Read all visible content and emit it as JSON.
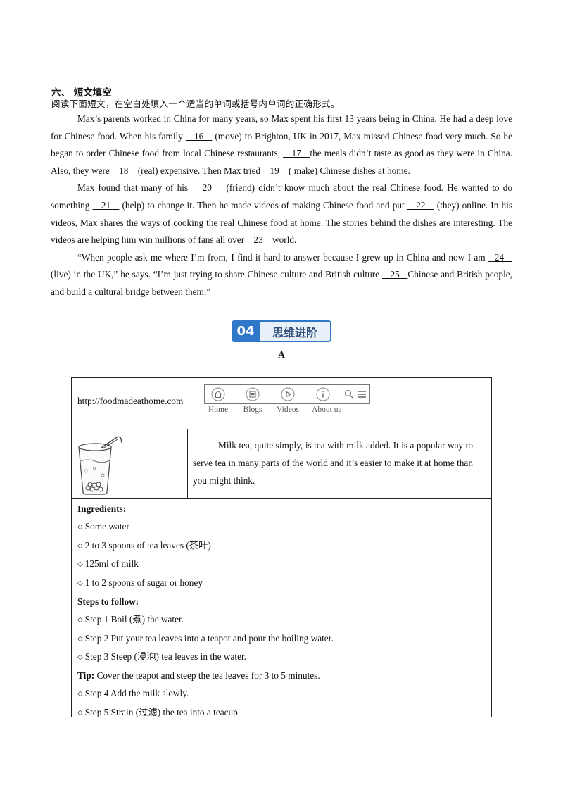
{
  "section": {
    "title": "六、  短文填空",
    "instruction": "阅读下面短文，在空白处填入一个适当的单词或括号内单词的正确形式。"
  },
  "passage": {
    "p1": [
      {
        "t": "Max’s parents worked in China for many years, so Max spent his first 13 years being in China. He had a deep love for Chinese food. When his family "
      },
      {
        "b": "___16___"
      },
      {
        "t": " (move) to Brighton, UK in 2017, Max missed Chinese food very much. So he began to order Chinese food from local Chinese restaurants, "
      },
      {
        "b": "___17___"
      },
      {
        "t": "the meals didn’t taste as good as they were in China. Also, they were "
      },
      {
        "b": "___18___"
      },
      {
        "t": " (real) expensive. Then Max tried "
      },
      {
        "b": "___19___"
      },
      {
        "t": " ( make) Chinese dishes at home."
      }
    ],
    "p2": [
      {
        "t": "Max found that many of his "
      },
      {
        "b": "___20___"
      },
      {
        "t": " (friend) didn’t know much about the real Chinese food. He wanted to do something "
      },
      {
        "b": "___21___"
      },
      {
        "t": " (help) to change it. Then he made videos of making Chinese food and put "
      },
      {
        "b": "___22___"
      },
      {
        "t": " (they) online. In his videos, Max shares the ways of cooking the real Chinese food at home. The stories behind the dishes are interesting. The videos are helping him win millions of fans all over "
      },
      {
        "b": "___23___"
      },
      {
        "t": " world."
      }
    ],
    "p3": [
      {
        "t": "“When people ask me where I’m from, I find it hard to answer because I grew up in China and now I am "
      },
      {
        "b": "_ 24___"
      },
      {
        "t": " (live) in the UK,” he says. “I’m just trying to share Chinese culture and British culture "
      },
      {
        "b": "___25___"
      },
      {
        "t": "Chinese and British people, and build a cultural bridge between them.”"
      }
    ]
  },
  "badge": {
    "number": "04",
    "text": "思维进阶"
  },
  "part_label": "A",
  "website": {
    "url": "http://foodmadeathome.com",
    "nav": [
      {
        "label": "Home",
        "icon": "home-icon"
      },
      {
        "label": "Blogs",
        "icon": "blogs-icon"
      },
      {
        "label": "Videos",
        "icon": "play-icon"
      },
      {
        "label": "About us",
        "icon": "info-icon"
      }
    ],
    "description": "Milk tea, quite simply, is tea with milk added. It is a popular way to serve tea in many parts of the world and it’s easier to make it at home than you might think."
  },
  "recipe": {
    "ingredients_heading": "Ingredients:",
    "ingredients": [
      "Some water",
      "2 to 3 spoons of tea leaves (茶叶)",
      "125ml of milk",
      "1 to 2 spoons of sugar or honey"
    ],
    "steps_heading": "Steps to follow:",
    "steps_a": [
      "Step 1 Boil (煮) the water.",
      "Step 2 Put your tea leaves into a teapot and pour the boiling water.",
      "Step 3 Steep (浸泡) tea leaves in the water."
    ],
    "tip_label": "Tip:",
    "tip_text": " Cover the teapot and steep the tea leaves for 3 to 5 minutes.",
    "steps_b": [
      "Step 4 Add the milk slowly.",
      "Step 5 Strain (过滤) the tea into a teacup."
    ]
  }
}
